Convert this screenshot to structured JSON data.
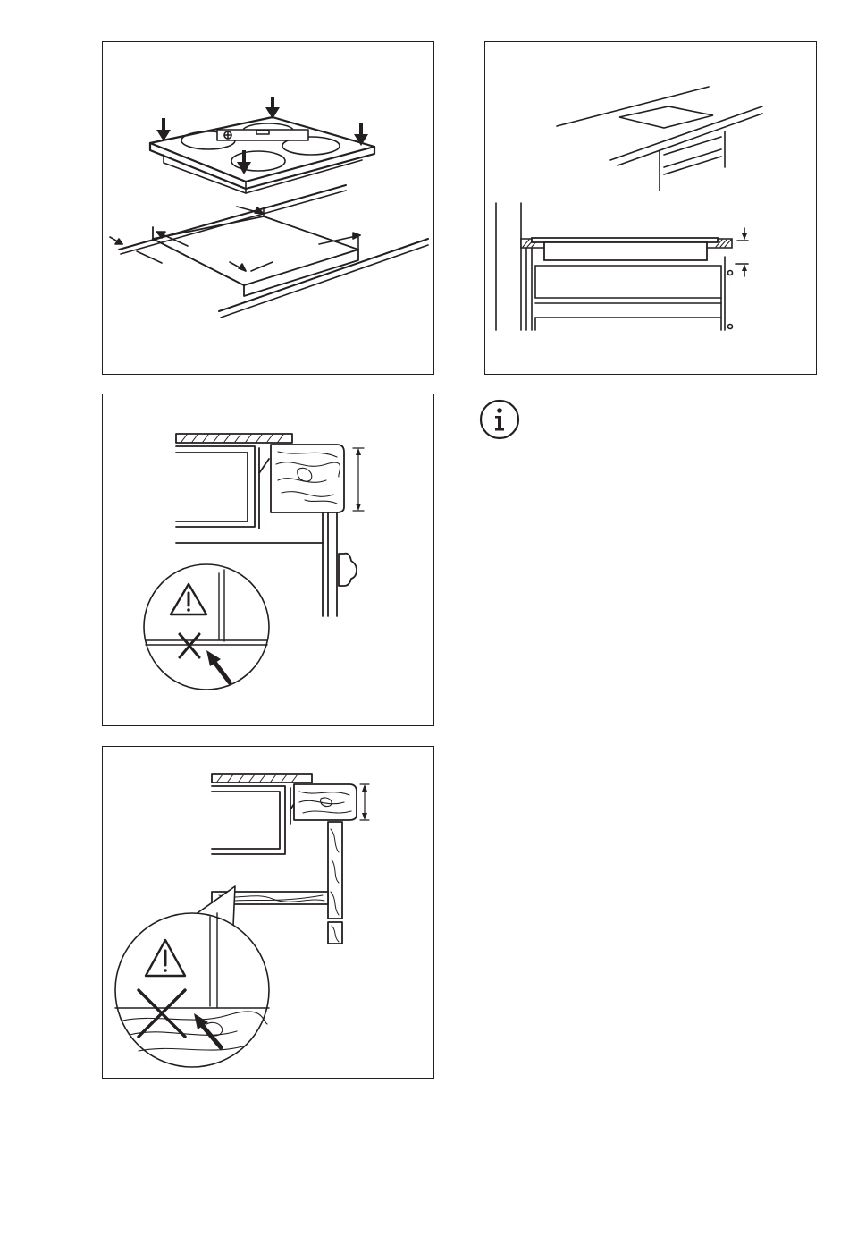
{
  "page": {
    "background": "#ffffff",
    "ink_color": "#231f20"
  },
  "figures": [
    {
      "id": "hob-installation",
      "icon": "none"
    },
    {
      "id": "hob-side-section",
      "icon": "none"
    },
    {
      "id": "wrong-installation-door",
      "icon": "warning-triangle-icon"
    },
    {
      "id": "wrong-installation-shelf",
      "icon": "warning-triangle-icon"
    }
  ],
  "info": {
    "icon": "info-icon"
  }
}
